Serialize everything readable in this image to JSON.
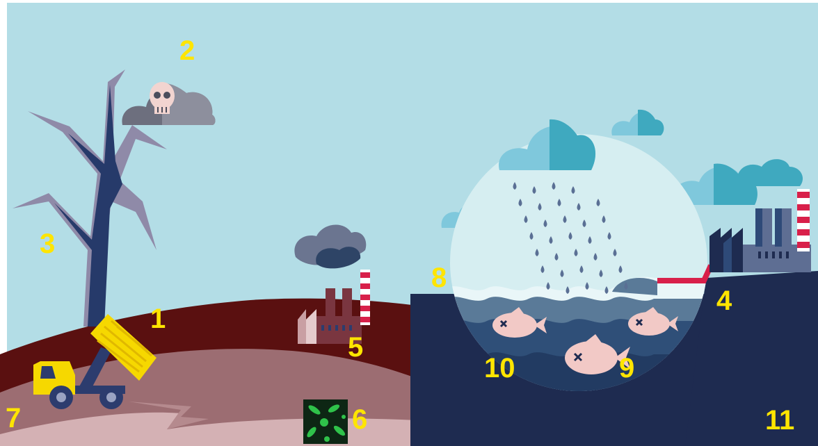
{
  "colors": {
    "sky": "#b3dde6",
    "soil_dark": "#5a1010",
    "soil_mid": "#9c6d72",
    "soil_light": "#d4b1b4",
    "water_deep": "#1e2b50",
    "label_yellow": "#ffe500",
    "truck_yellow": "#f6d800",
    "fish_pink": "#f2c9c6",
    "pipe_red": "#d8204a"
  },
  "labels": {
    "dump_truck": "1",
    "toxic_cloud": "2",
    "dead_tree": "3",
    "river_factory": "4",
    "hill_factory": "5",
    "bacteria": "6",
    "soil": "7",
    "water_surface": "8",
    "dead_fish": "9",
    "water_body": "10",
    "deep_water": "11"
  },
  "icons": [
    "skull-icon",
    "dead-fish-icon",
    "bacteria-icon",
    "factory-icon",
    "dump-truck-icon",
    "rain-cloud-icon"
  ]
}
